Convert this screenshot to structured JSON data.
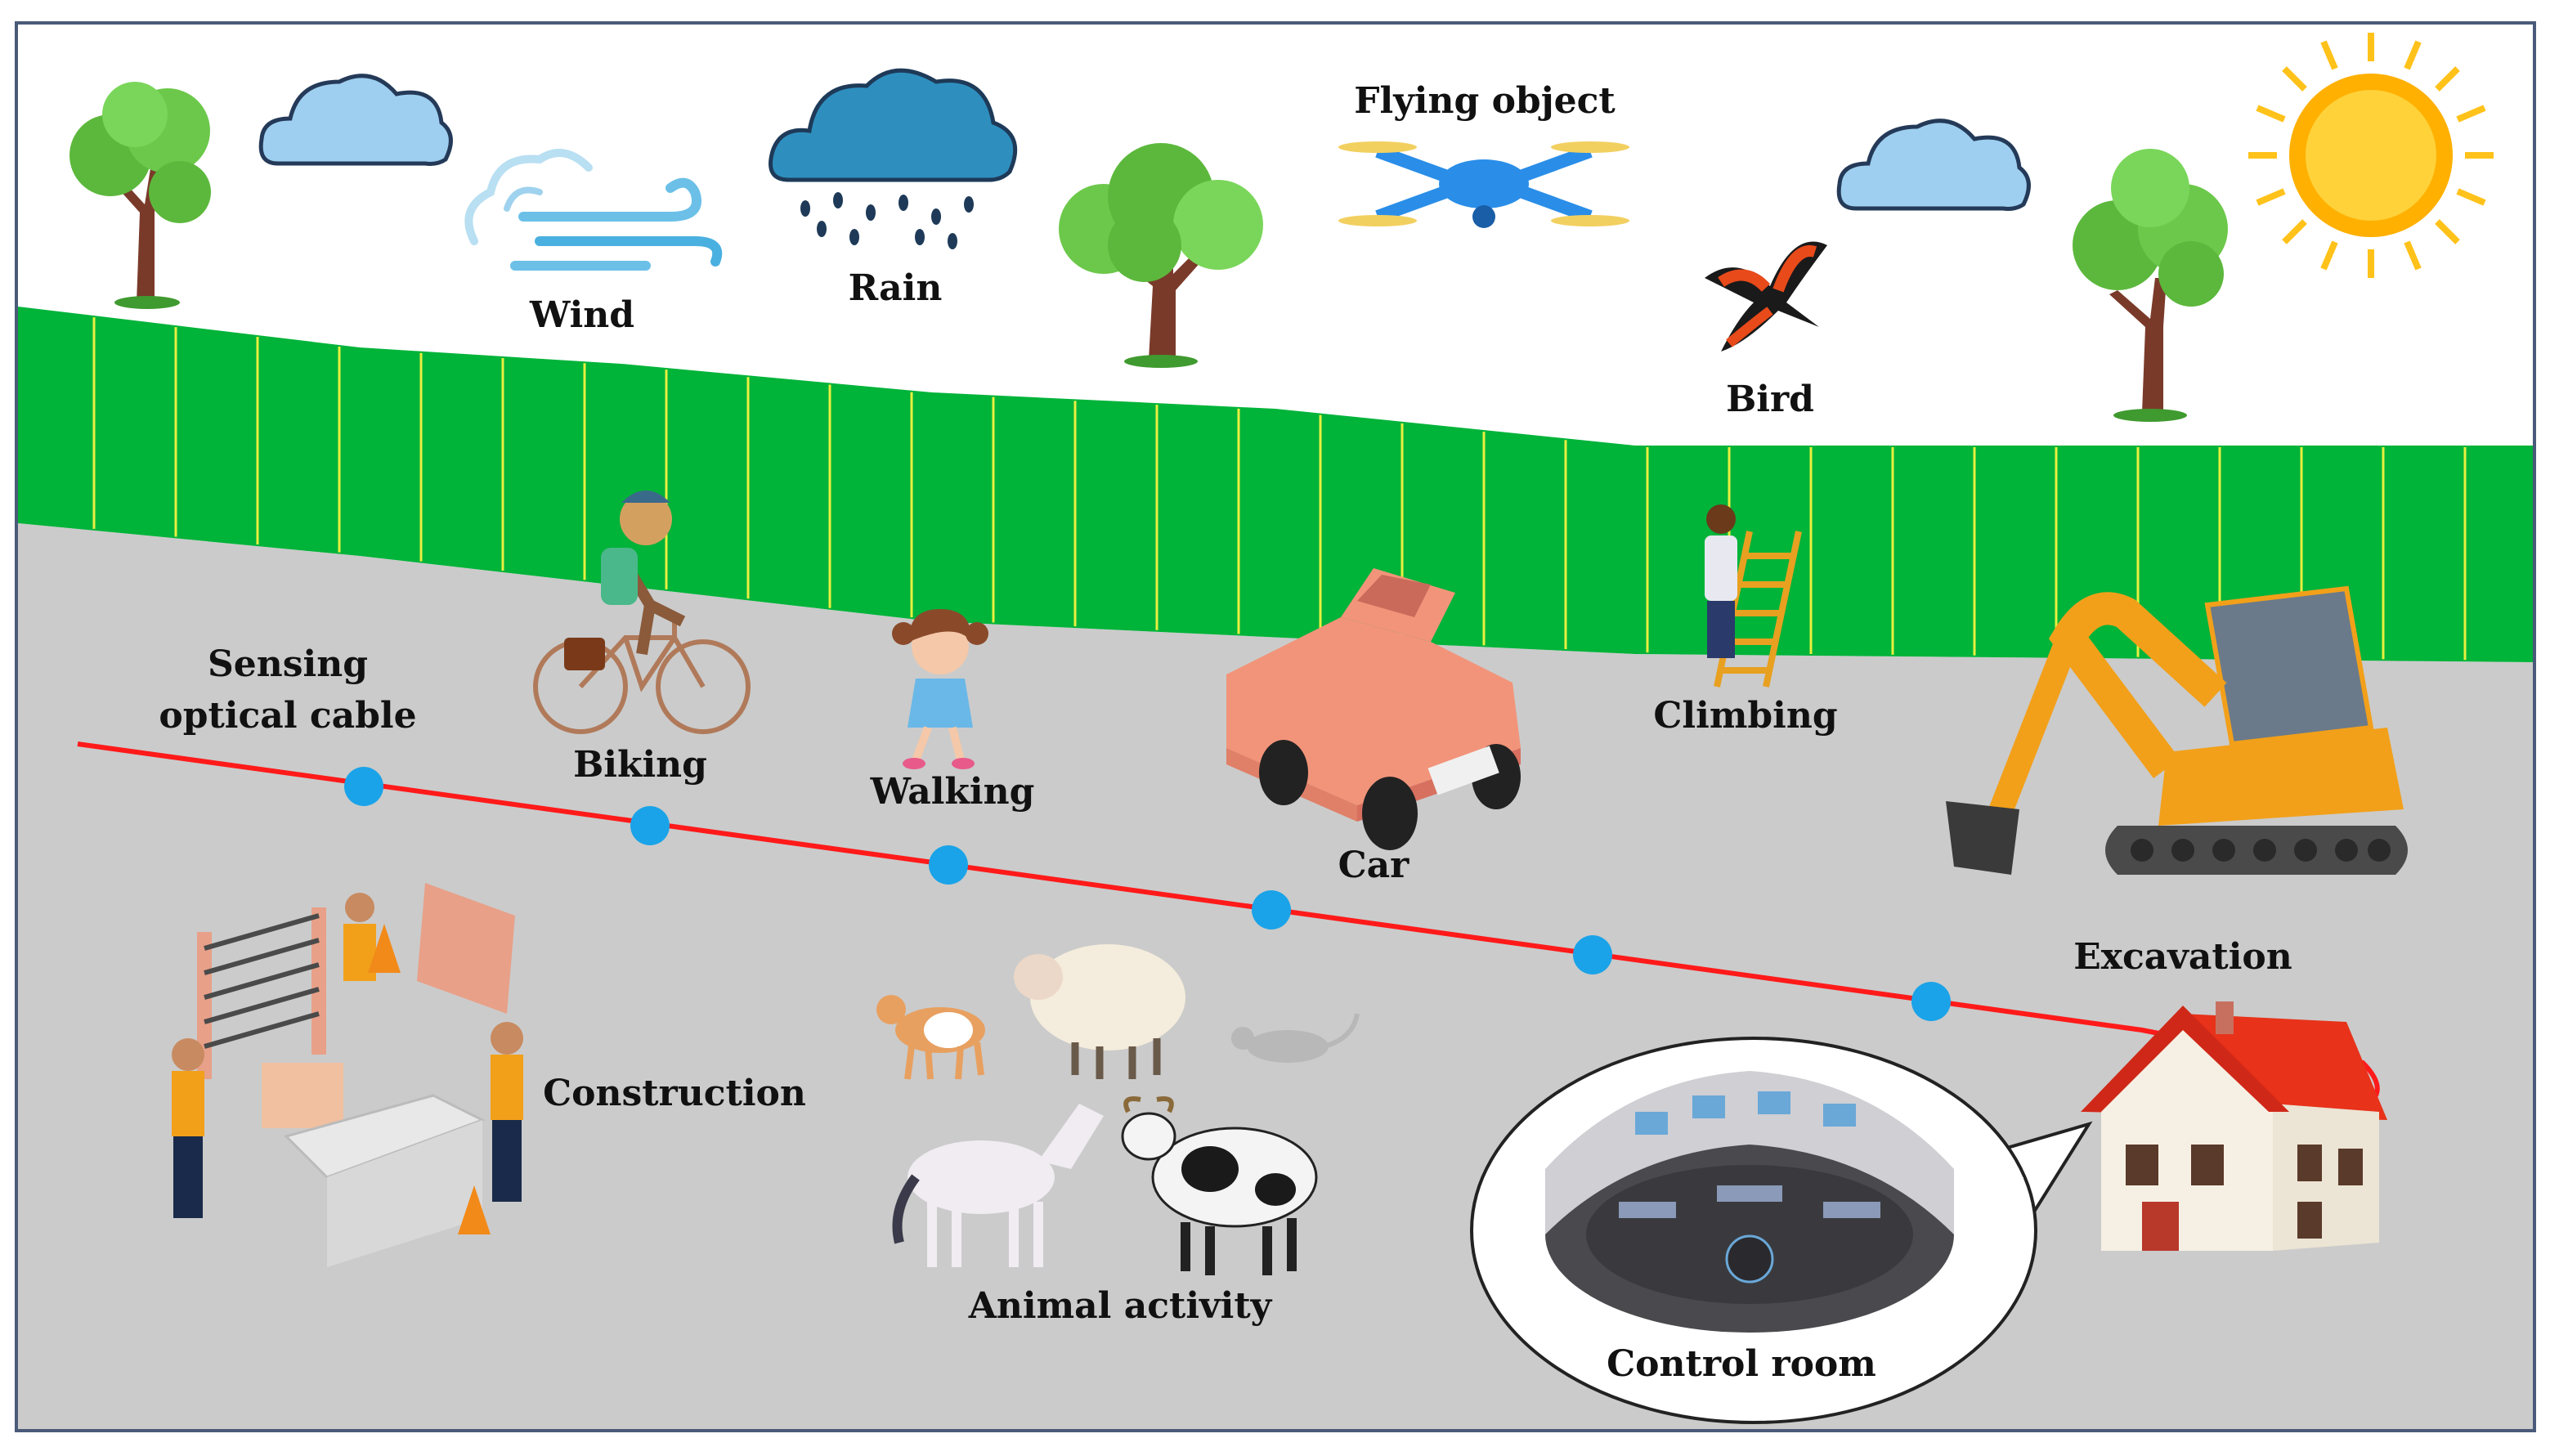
{
  "labels": {
    "flying_object": "Flying object",
    "wind": "Wind",
    "rain": "Rain",
    "bird": "Bird",
    "sensing_cable_line1": "Sensing",
    "sensing_cable_line2": "optical cable",
    "biking": "Biking",
    "walking": "Walking",
    "car": "Car",
    "climbing": "Climbing",
    "excavation": "Excavation",
    "construction": "Construction",
    "animal_activity": "Animal activity",
    "control_room": "Control room"
  },
  "colors": {
    "fence": "#00b339",
    "fence_post": "#e8f040",
    "ground": "#cbcbcb",
    "cable": "#ff1a1a",
    "sensor_node": "#1aa3e8",
    "frame_border": "#4a5a7a",
    "sky": "#ffffff"
  },
  "icons": [
    "tree-icon",
    "cloud-icon",
    "wind-icon",
    "rain-cloud-icon",
    "drone-icon",
    "bird-icon",
    "sun-icon",
    "cyclist-icon",
    "girl-icon",
    "car-icon",
    "climber-icon",
    "excavator-icon",
    "construction-workers-icon",
    "animals-icon",
    "house-icon",
    "control-room-icon"
  ]
}
